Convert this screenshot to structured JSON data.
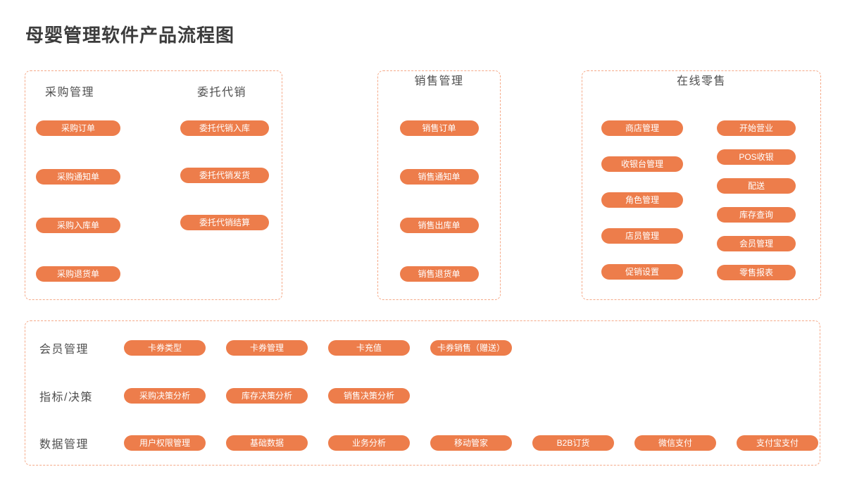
{
  "title": "母婴管理软件产品流程图",
  "colors": {
    "accent": "#ED7D4B",
    "panel_border": "#F5A988",
    "heading": "#4F4F4F"
  },
  "sections": {
    "purchase": {
      "header": "采购管理",
      "items": [
        "采购订单",
        "采购通知单",
        "采购入库单",
        "采购退货单"
      ]
    },
    "consignment": {
      "header": "委托代销",
      "items": [
        "委托代销入库",
        "委托代销发货",
        "委托代销结算"
      ]
    },
    "sales": {
      "header": "销售管理",
      "items": [
        "销售订单",
        "销售通知单",
        "销售出库单",
        "销售退货单"
      ]
    },
    "online_retail": {
      "header": "在线零售",
      "left_items": [
        "商店管理",
        "收银台管理",
        "角色管理",
        "店员管理",
        "促销设置"
      ],
      "right_items": [
        "开始营业",
        "POS收银",
        "配送",
        "库存查询",
        "会员管理",
        "零售报表"
      ]
    },
    "member": {
      "label": "会员管理",
      "items": [
        "卡券类型",
        "卡券管理",
        "卡充值",
        "卡券销售（赠送）"
      ]
    },
    "metrics": {
      "label": "指标/决策",
      "items": [
        "采购决策分析",
        "库存决策分析",
        "销售决策分析"
      ]
    },
    "data": {
      "label": "数据管理",
      "items": [
        "用户权限管理",
        "基础数据",
        "业务分析",
        "移动管家",
        "B2B订货",
        "微信支付",
        "支付宝支付"
      ]
    }
  }
}
